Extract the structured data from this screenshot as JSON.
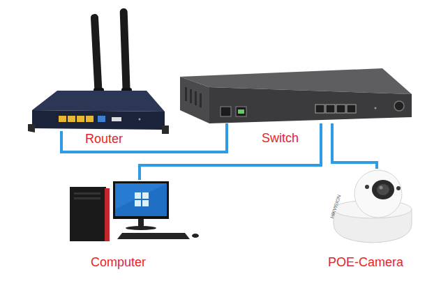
{
  "diagram": {
    "nodes": [
      {
        "text": [
          "Router"
        ]
      },
      {
        "text": [
          "Switch"
        ]
      },
      {
        "text": [
          "Computer"
        ]
      },
      {
        "text": [
          "POE-Camera"
        ]
      }
    ],
    "edges": [
      {
        "from": 0,
        "to": 1,
        "arrow": "none"
      },
      {
        "from": 1,
        "to": 2,
        "arrow": "none"
      },
      {
        "from": 1,
        "to": 3,
        "arrow": "none"
      }
    ],
    "labels": [
      "HIKVISION"
    ]
  }
}
